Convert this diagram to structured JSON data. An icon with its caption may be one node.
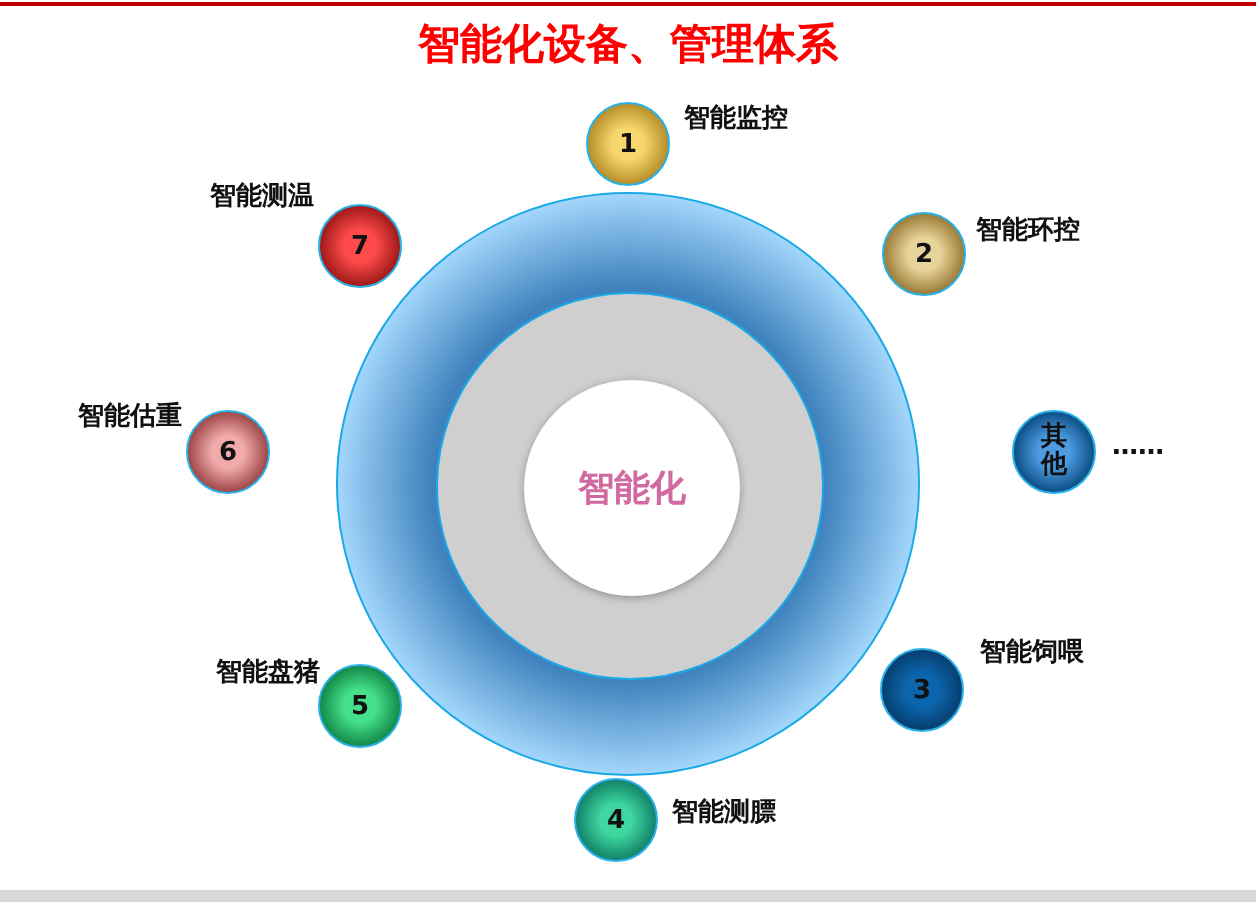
{
  "diagram": {
    "title": "智能化设备、管理体系",
    "nodes": [
      {
        "text": [],
        "shape": "circle"
      },
      {
        "text": [],
        "shape": "circle",
        "in": 0
      },
      {
        "text": [
          "智能化"
        ],
        "in": 1
      },
      {
        "text": [
          "1"
        ],
        "beside": [
          "智能监控"
        ]
      },
      {
        "text": [
          "2"
        ],
        "beside": [
          "智能环控"
        ]
      },
      {
        "text": [
          "其他"
        ],
        "beside": [
          "……"
        ]
      },
      {
        "text": [
          "3"
        ],
        "beside": [
          "智能饲喂"
        ]
      },
      {
        "text": [
          "4"
        ],
        "beside": [
          "智能测膘"
        ]
      },
      {
        "text": [
          "5"
        ],
        "beside": [
          "智能盘猪"
        ]
      },
      {
        "text": [
          "6"
        ],
        "beside": [
          "智能估重"
        ]
      },
      {
        "text": [
          "7"
        ],
        "beside": [
          "智能测温"
        ]
      }
    ]
  }
}
